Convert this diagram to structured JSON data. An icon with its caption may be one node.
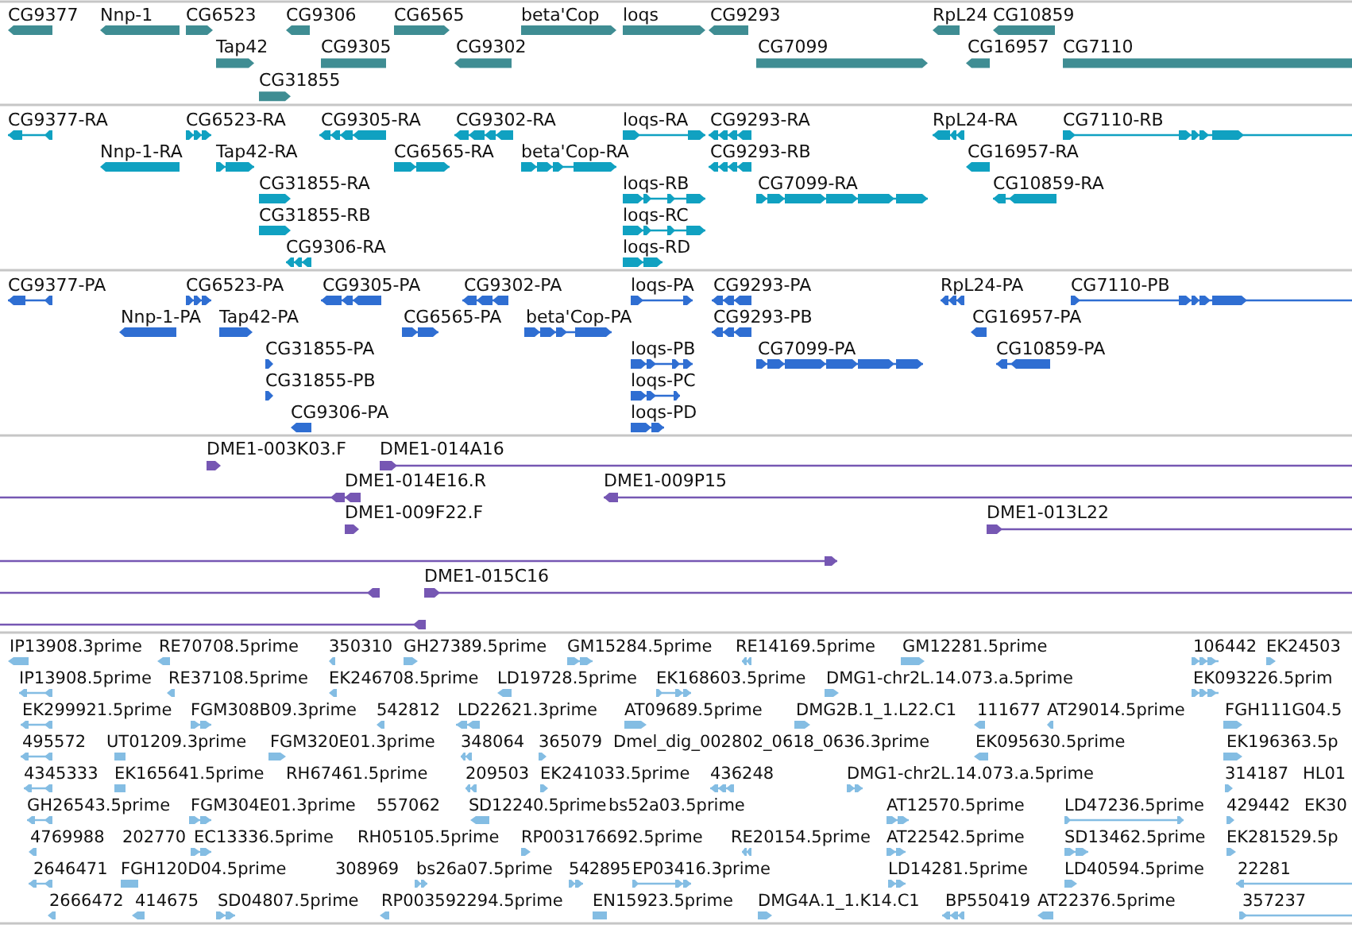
{
  "diagram": {
    "labels": [
      "CG9377",
      "Nnp-1",
      "CG6523",
      "CG9306",
      "CG6565",
      "beta'Cop",
      "loqs",
      "CG9293",
      "RpL24",
      "CG10859",
      "Tap42",
      "CG9305",
      "CG9302",
      "CG7099",
      "CG16957",
      "CG7110",
      "CG31855",
      "CG9377-RA",
      "CG6523-RA",
      "CG9305-RA",
      "CG9302-RA",
      "loqs-RA",
      "CG9293-RA",
      "RpL24-RA",
      "CG7110-RB",
      "Nnp-1-RA",
      "Tap42-RA",
      "CG6565-RA",
      "beta'Cop-RA",
      "CG9293-RB",
      "CG16957-RA",
      "CG31855-RA",
      "loqs-RB",
      "CG7099-RA",
      "CG10859-RA",
      "CG31855-RB",
      "loqs-RC",
      "CG9306-RA",
      "loqs-RD",
      "CG9377-PA",
      "CG6523-PA",
      "CG9305-PA",
      "CG9302-PA",
      "loqs-PA",
      "CG9293-PA",
      "RpL24-PA",
      "CG7110-PB",
      "Nnp-1-PA",
      "Tap42-PA",
      "CG6565-PA",
      "beta'Cop-PA",
      "CG9293-PB",
      "CG16957-PA",
      "CG31855-PA",
      "loqs-PB",
      "CG7099-PA",
      "CG10859-PA",
      "CG31855-PB",
      "loqs-PC",
      "CG9306-PA",
      "loqs-PD",
      "DME1-003K03.F",
      "DME1-014A16",
      "DME1-014E16.R",
      "DME1-009P15",
      "DME1-009F22.F",
      "DME1-013L22",
      "DME1-015C16",
      "IP13908.3prime",
      "RE70708.5prime",
      "350310",
      "GH27389.5prime",
      "GM15284.5prime",
      "RE14169.5prime",
      "GM12281.5prime",
      "106442",
      "EK24503",
      "IP13908.5prime",
      "RE37108.5prime",
      "EK246708.5prime",
      "LD19728.5prime",
      "EK168603.5prime",
      "DMG1-chr2L.14.073.a.5prime",
      "EK093226.5prim",
      "EK299921.5prime",
      "FGM308B09.3prime",
      "542812",
      "LD22621.3prime",
      "AT09689.5prime",
      "DMG2B.1_1.L22.C1",
      "111677",
      "AT29014.5prime",
      "FGH111G04.5",
      "495572",
      "UT01209.3prime",
      "FGM320E01.3prime",
      "348064",
      "365079",
      "Dmel_dig_002802_0618_0636.3prime",
      "EK095630.5prime",
      "EK196363.5p",
      "4345333",
      "EK165641.5prime",
      "RH67461.5prime",
      "209503",
      "EK241033.5prime",
      "436248",
      "DMG1-chr2L.14.073.a.5prime",
      "314187",
      "HL01",
      "GH26543.5prime",
      "FGM304E01.3prime",
      "557062",
      "SD12240.5prime",
      "bs52a03.5prime",
      "AT12570.5prime",
      "LD47236.5prime",
      "429442",
      "EK30",
      "4769988",
      "202770",
      "EC13336.5prime",
      "RH05105.5prime",
      "RP003176692.5prime",
      "RE20154.5prime",
      "AT22542.5prime",
      "SD13462.5prime",
      "EK281529.5p",
      "2646471",
      "FGH120D04.5prime",
      "308969",
      "bs26a07.5prime",
      "542895",
      "EP03416.3prime",
      "LD14281.5prime",
      "LD40594.5prime",
      "22281",
      "2666472",
      "414675",
      "SD04807.5prime",
      "RP003592294.5prime",
      "EN15923.5prime",
      "DMG4A.1_1.K14.C1",
      "BP550419",
      "AT22376.5prime",
      "357237"
    ]
  }
}
